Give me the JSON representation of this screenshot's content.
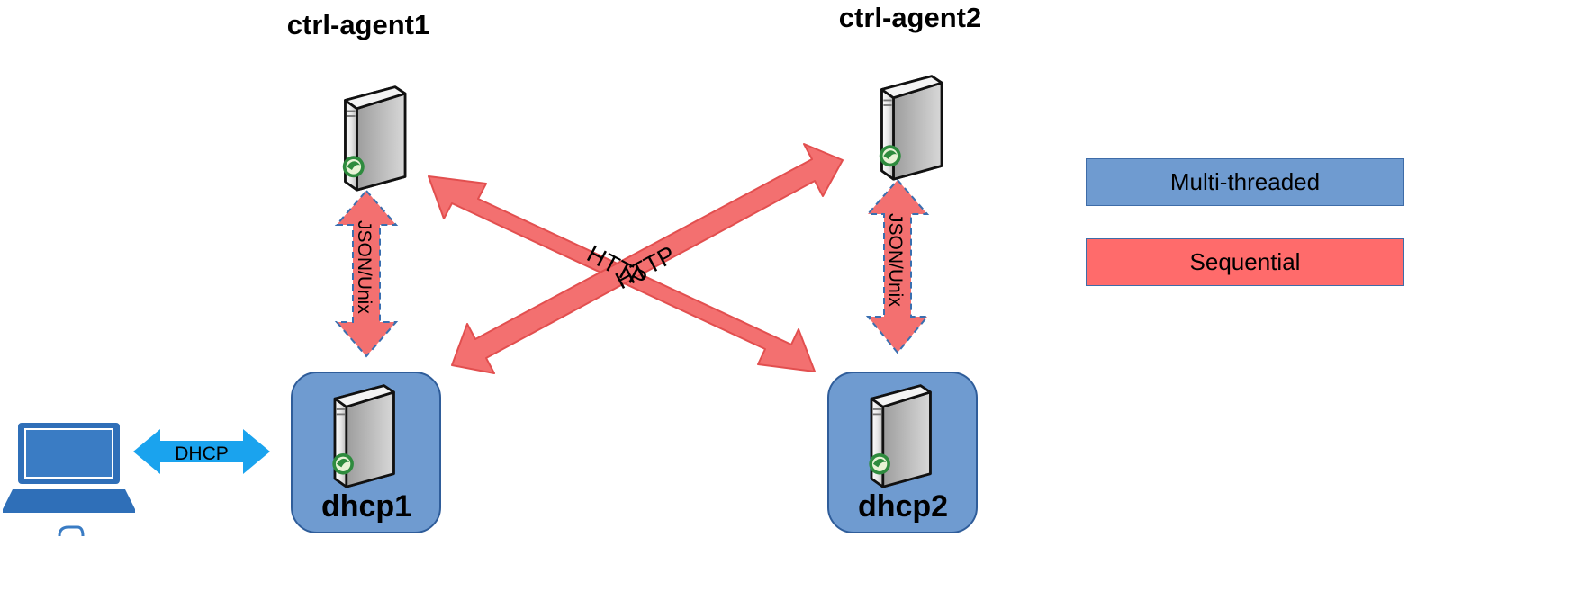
{
  "nodes": {
    "ctrl_agent1": {
      "label": "ctrl-agent1"
    },
    "ctrl_agent2": {
      "label": "ctrl-agent2"
    },
    "dhcp1": {
      "label": "dhcp1"
    },
    "dhcp2": {
      "label": "dhcp2"
    }
  },
  "edges": {
    "json_unix_1": "JSON/Unix",
    "json_unix_2": "JSON/Unix",
    "http_a": "HTTP",
    "http_b": "HTTP",
    "dhcp": "DHCP"
  },
  "legend": {
    "multi_threaded": {
      "label": "Multi-threaded",
      "color": "#6f9bd0"
    },
    "sequential": {
      "label": "Sequential",
      "color": "#ff6b6b"
    }
  },
  "colors": {
    "sequential_arrow": "#f37070",
    "dhcp_arrow": "#1aa3ee",
    "laptop": "#2f6fb8",
    "dhcp_node_fill": "#6f9bd0"
  }
}
